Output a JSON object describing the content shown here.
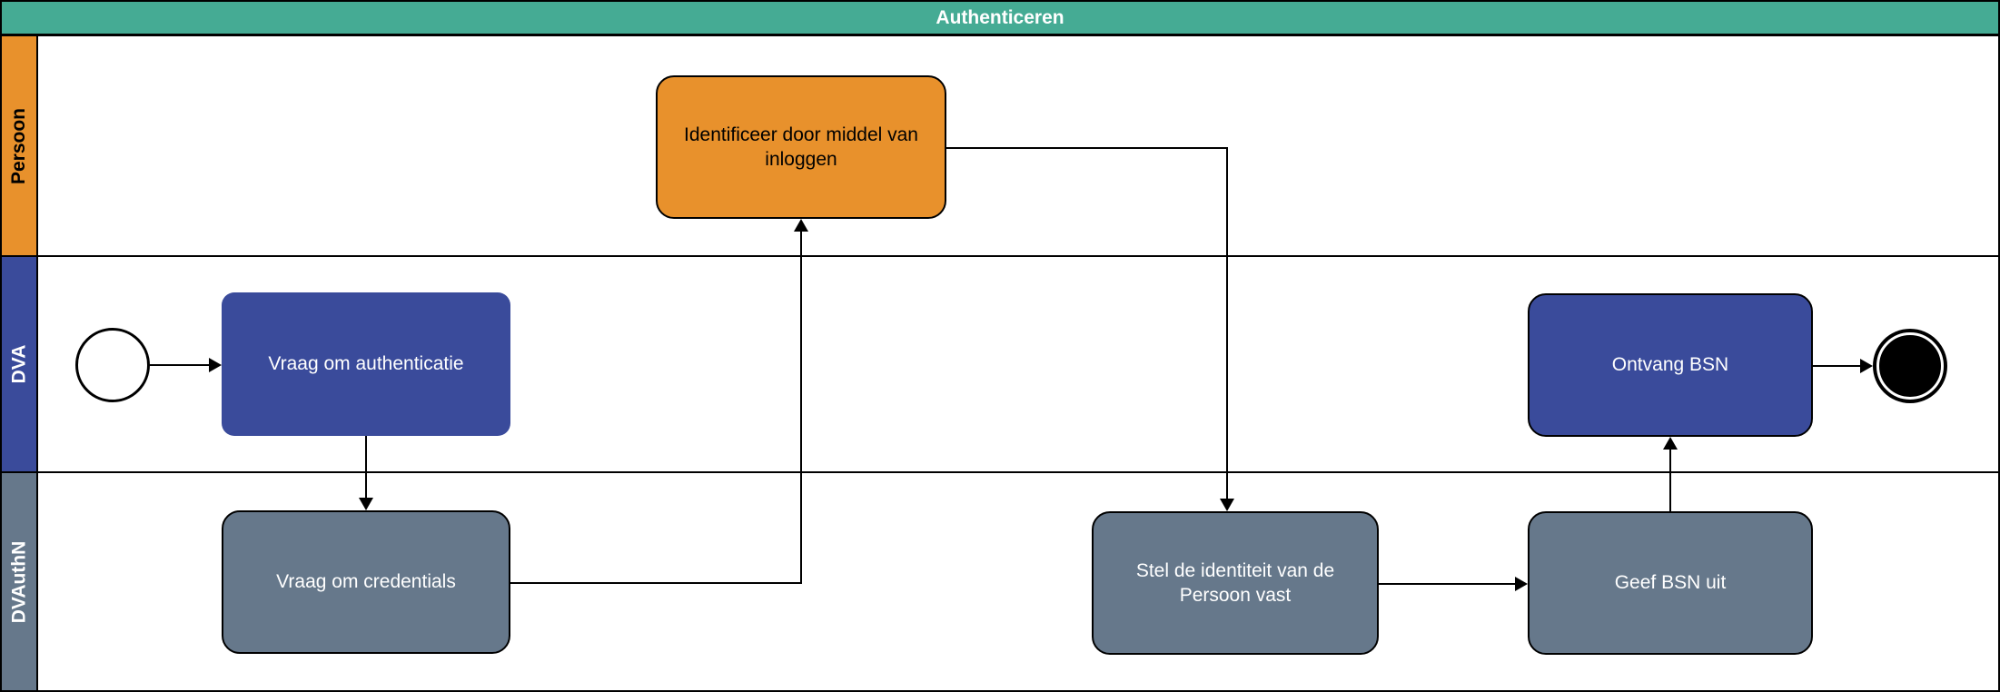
{
  "pool": {
    "title": "Authenticeren"
  },
  "lanes": [
    {
      "label": "Persoon"
    },
    {
      "label": "DVA"
    },
    {
      "label": "DVAuthN"
    }
  ],
  "nodes": {
    "identificeer": {
      "label": "Identificeer door middel van inloggen",
      "lane": "Persoon"
    },
    "vraag_authenticatie": {
      "label": "Vraag om authenticatie",
      "lane": "DVA"
    },
    "ontvang_bsn": {
      "label": "Ontvang BSN",
      "lane": "DVA"
    },
    "vraag_credentials": {
      "label": "Vraag om credentials",
      "lane": "DVAuthN"
    },
    "stel_identiteit": {
      "label": "Stel de identiteit van de Persoon vast",
      "lane": "DVAuthN"
    },
    "geef_bsn": {
      "label": "Geef BSN uit",
      "lane": "DVAuthN"
    }
  },
  "events": {
    "start": {
      "type": "start-event",
      "lane": "DVA"
    },
    "end": {
      "type": "end-event",
      "lane": "DVA"
    }
  },
  "edges": [
    {
      "from": "start-event",
      "to": "vraag_authenticatie"
    },
    {
      "from": "vraag_authenticatie",
      "to": "vraag_credentials"
    },
    {
      "from": "vraag_credentials",
      "to": "identificeer"
    },
    {
      "from": "identificeer",
      "to": "stel_identiteit"
    },
    {
      "from": "stel_identiteit",
      "to": "geef_bsn"
    },
    {
      "from": "geef_bsn",
      "to": "ontvang_bsn"
    },
    {
      "from": "ontvang_bsn",
      "to": "end-event"
    }
  ],
  "colors": {
    "teal": "#45AB94",
    "orange": "#E8912C",
    "blue": "#3A4B9B",
    "slate": "#66788B",
    "line": "#000000"
  }
}
